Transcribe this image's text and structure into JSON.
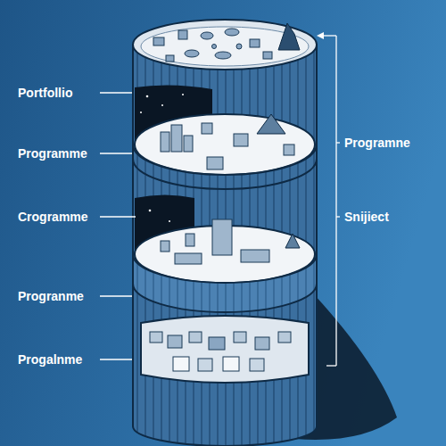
{
  "diagram": {
    "labels": [
      "Portfollio",
      "Programme",
      "Crogramme",
      "Progranme",
      "Progalnme",
      "Programne",
      "Snijiect"
    ]
  }
}
